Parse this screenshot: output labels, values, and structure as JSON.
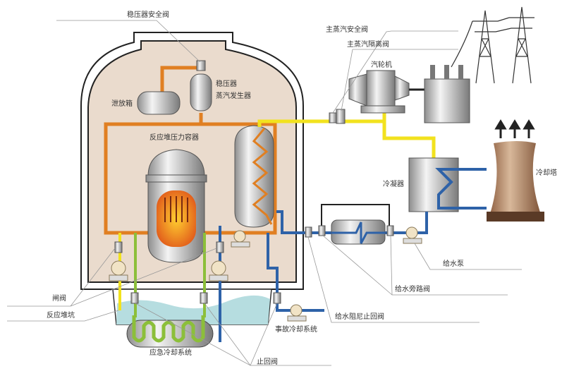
{
  "labels": {
    "pressurizer_safety_valve": "稳压器安全阀",
    "main_steam_safety_valve": "主蒸汽安全阀",
    "main_steam_isolation_valve": "主蒸汽隔离阀",
    "turbine": "汽轮机",
    "pressurizer": "稳压器",
    "steam_generator": "蒸汽发生器",
    "relief_tank": "泄放箱",
    "reactor_pressure_vessel": "反应堆压力容器",
    "condenser": "冷凝器",
    "cooling_tower": "冷却塔",
    "gate_valve": "闸阀",
    "feedwater_pump": "给水泵",
    "feedwater_bypass_valve": "给水旁路阀",
    "reactor_pit": "反应堆坑",
    "feedwater_damping_check_valve": "给水阻尼止回阀",
    "accident_cooling_system": "事故冷却系统",
    "emergency_cooling_system": "应急冷却系统",
    "check_valve": "止回阀"
  },
  "colors": {
    "primary_loop": "#e07f22",
    "steam": "#f2e21e",
    "feedwater": "#2e62a8",
    "emergency": "#8cbf3a",
    "containment_fill": "#eadbcd",
    "pit_water": "#b6dde0"
  }
}
